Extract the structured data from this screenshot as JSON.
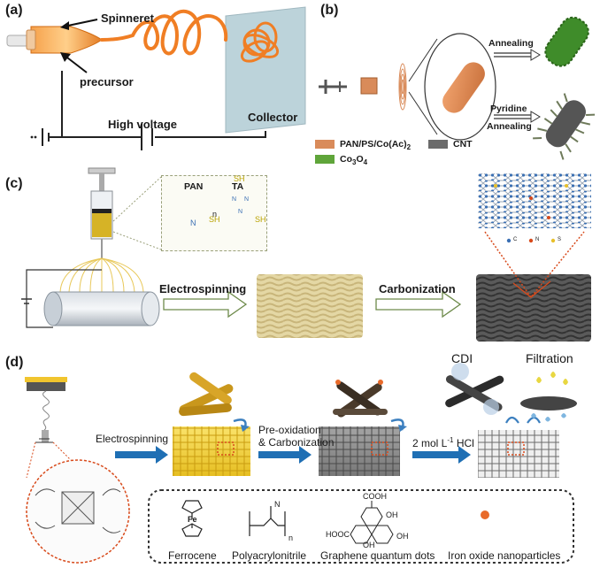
{
  "panels": {
    "a": {
      "label": "(a)",
      "spinneret": "Spinneret",
      "precursor": "precursor",
      "high_voltage": "High voltage",
      "collector": "Collector"
    },
    "b": {
      "label": "(b)",
      "annealing_top": "Annealing",
      "pyridine": "Pyridine",
      "annealing_bottom": "Annealing",
      "legend": {
        "pan_ps_co": "PAN/PS/Co(Ac)",
        "pan_ps_co_sub": "2",
        "cnt": "CNT",
        "co3o4_main": "Co",
        "co3o4_sub1": "3",
        "co3o4_mid": "O",
        "co3o4_sub2": "4",
        "colors": {
          "pan_ps_co": "#d98b5a",
          "cnt": "#6b6b6b",
          "co3o4": "#5fa53a"
        }
      }
    },
    "c": {
      "label": "(c)",
      "pan": "PAN",
      "ta": "TA",
      "pan_n": "n",
      "pan_nitrogen": "N",
      "ta_sh": [
        "SH",
        "SH",
        "SH"
      ],
      "ta_n": [
        "N",
        "N",
        "N"
      ],
      "electrospinning": "Electrospinning",
      "carbonization": "Carbonization",
      "lattice_legend": [
        "C",
        "N",
        "S"
      ],
      "colors": {
        "fiber": "#e4d7a4",
        "carbon": "#4d4d4d",
        "accent": "#d84a1b"
      }
    },
    "d": {
      "label": "(d)",
      "cdi": "CDI",
      "filtration": "Filtration",
      "electrospinning": "Electrospinning",
      "pre_oxidation": "Pre-oxidation",
      "carbonization": "& Carbonization",
      "hcl": "2 mol L",
      "hcl_sup": "-1",
      "hcl_tail": " HCl",
      "legend": {
        "ferrocene": "Ferrocene",
        "fe": "Fe",
        "polyacrylonitrile": "Polyacrylonitrile",
        "pan_n": "N",
        "pan_sub": "n",
        "gqd": "Graphene quantum dots",
        "cooh_top": "COOH",
        "cooh_left": "HOOC",
        "oh1": "OH",
        "oh2": "OH",
        "oh3": "OH",
        "iron": "Iron oxide nanoparticles"
      },
      "colors": {
        "mat_yellow": "#f2d23a",
        "mat_grey": "#8c8c8c",
        "orange": "#e86a2a"
      }
    }
  }
}
